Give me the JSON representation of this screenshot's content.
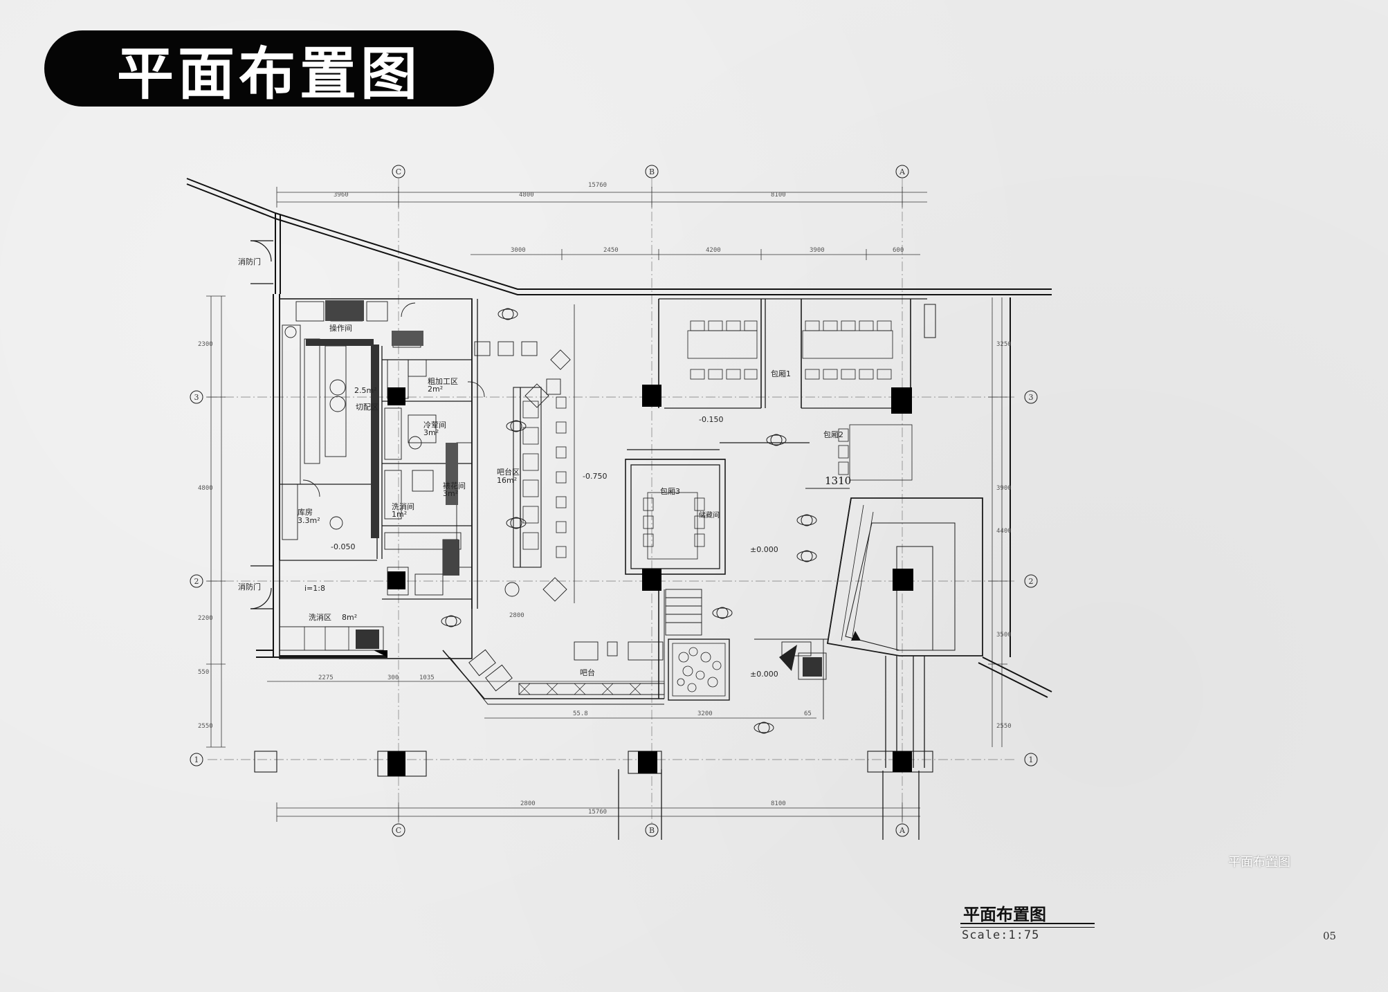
{
  "header": {
    "title": "平面布置图"
  },
  "legend": {
    "title": "平面布置图",
    "scale": "Scale:1:75",
    "page_number": "05",
    "ghost_label": "平面布置图"
  },
  "grid_axes": {
    "columns": [
      "C",
      "B",
      "A"
    ],
    "rows": [
      "3",
      "2",
      "1"
    ]
  },
  "dimensions": {
    "top_segments": [
      "3960",
      "4800",
      "8100"
    ],
    "top_total": "15760",
    "inner_top": [
      "3000",
      "2450",
      "4200",
      "3900",
      "600"
    ],
    "bottom_segments": [
      "2800",
      "8100"
    ],
    "bottom_total": "15760",
    "left": [
      "2300",
      "4800",
      "2200",
      "550",
      "2550"
    ],
    "right": [
      "3250",
      "3900",
      "4400",
      "3500",
      "2550"
    ],
    "lower_row": [
      "2275",
      "300",
      "1035",
      "2800",
      "55.8",
      "3200",
      "65"
    ]
  },
  "rooms": [
    {
      "name": "操作间",
      "area": "2.5m²"
    },
    {
      "name": "切配区",
      "area": ""
    },
    {
      "name": "粗加工区",
      "area": "2m²"
    },
    {
      "name": "冷荤间",
      "area": "3m²"
    },
    {
      "name": "裱花间",
      "area": "3m²"
    },
    {
      "name": "洗消间",
      "area": "1m²"
    },
    {
      "name": "库房",
      "area": "3.3m²"
    },
    {
      "name": "吧台区",
      "area": "16m²"
    },
    {
      "name": "包厢1",
      "area": ""
    },
    {
      "name": "包厢2",
      "area": ""
    },
    {
      "name": "包厢3",
      "area": ""
    },
    {
      "name": "储藏间",
      "area": ""
    },
    {
      "name": "吧台",
      "area": ""
    },
    {
      "name": "洗消区",
      "area": "8m²"
    }
  ],
  "elevations": [
    "-0.150",
    "-0.750",
    "±0.000",
    "±0.000",
    "-0.050"
  ],
  "labels": {
    "door_top": "消防门",
    "door_bottom": "消防门",
    "marker_1310": "1310",
    "slope": "i=1:8"
  },
  "colors": {
    "ink": "#1a1a1a",
    "paper": "#ebebeb",
    "pill": "#050505"
  }
}
